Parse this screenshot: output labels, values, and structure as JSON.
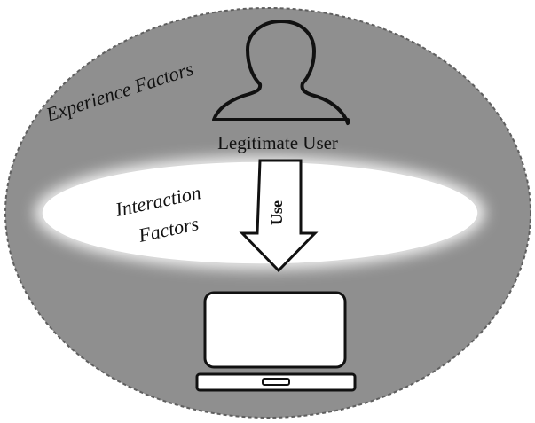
{
  "diagram": {
    "outer_label": "Experience Factors",
    "inner_label_line1": "Interaction",
    "inner_label_line2": "Factors",
    "user_label": "Legitimate User",
    "arrow_label": "Use",
    "colors": {
      "outer_fill": "#8f8f8f",
      "outer_stroke": "#5f5f5f",
      "inner_fill": "#ffffff",
      "line": "#111111",
      "device_fill": "#ffffff"
    },
    "icons": {
      "user": "user-silhouette-icon",
      "device": "laptop-icon"
    }
  }
}
